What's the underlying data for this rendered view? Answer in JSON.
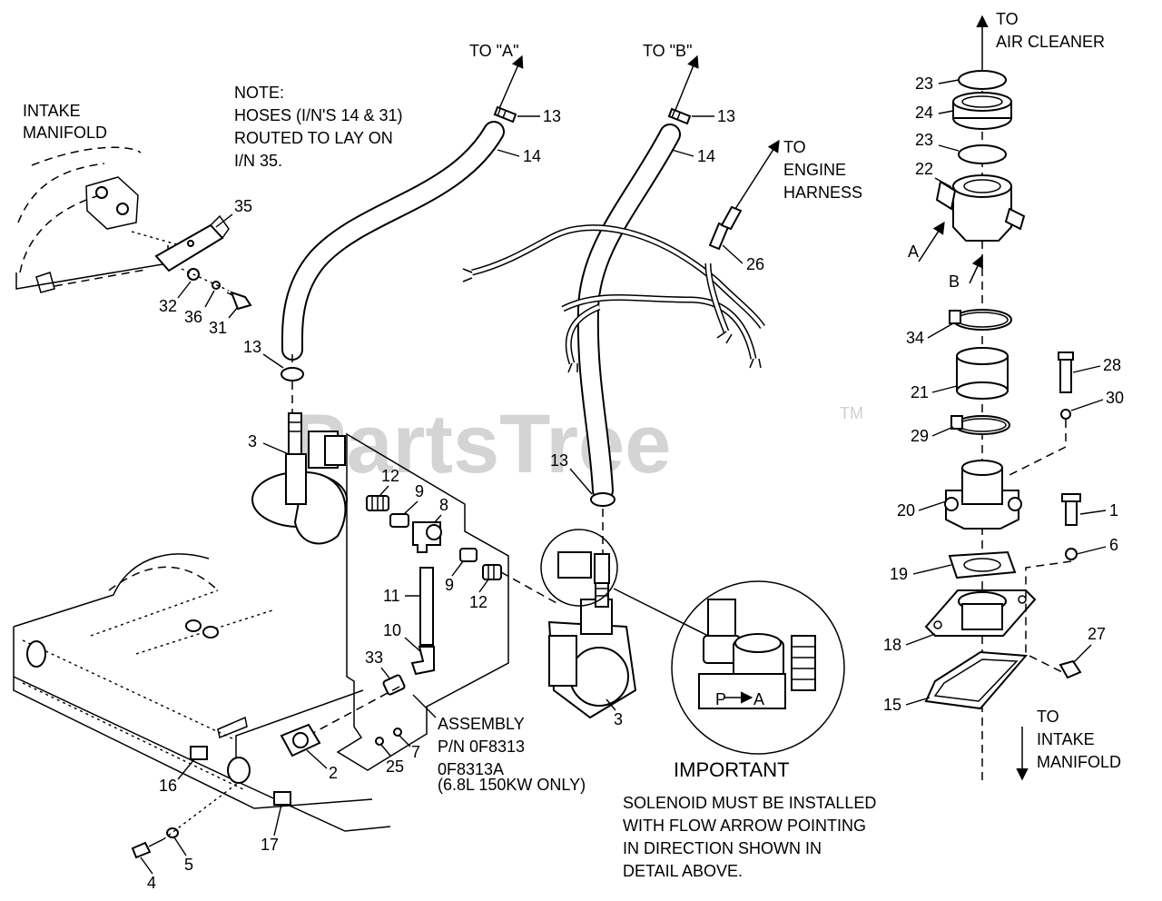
{
  "notes": {
    "intake_manifold_top": [
      "INTAKE",
      "MANIFOLD"
    ],
    "hose_note": [
      "NOTE:",
      "HOSES (I/N'S 14 & 31)",
      "ROUTED TO LAY ON",
      "I/N 35."
    ],
    "to_a": "TO \"A\"",
    "to_b": "TO \"B\"",
    "to_engine_harness": [
      "TO",
      "ENGINE",
      "HARNESS"
    ],
    "to_air_cleaner": [
      "TO",
      "AIR CLEANER"
    ],
    "to_intake_manifold": [
      "TO",
      "INTAKE",
      "MANIFOLD"
    ],
    "flow_a": "A",
    "flow_b": "B",
    "assembly": [
      "ASSEMBLY",
      "P/N 0F8313",
      "0F8313A",
      "(6.8L 150KW ONLY)"
    ],
    "important_title": "IMPORTANT",
    "important_text": [
      "SOLENOID MUST BE INSTALLED",
      "WITH FLOW ARROW POINTING",
      "IN DIRECTION SHOWN IN",
      "DETAIL ABOVE."
    ],
    "solenoid_marking": [
      "P",
      "A"
    ]
  },
  "watermark": {
    "text": "PartsTree",
    "tm": "TM"
  },
  "part_numbers": {
    "p1": "1",
    "p2": "2",
    "p3a": "3",
    "p3b": "3",
    "p4": "4",
    "p5": "5",
    "p6": "6",
    "p7": "7",
    "p8": "8",
    "p9a": "9",
    "p9b": "9",
    "p10": "10",
    "p11": "11",
    "p12a": "12",
    "p12b": "12",
    "p13a": "13",
    "p13b": "13",
    "p13c": "13",
    "p13d": "13",
    "p14a": "14",
    "p14b": "14",
    "p15": "15",
    "p16": "16",
    "p17": "17",
    "p18": "18",
    "p19": "19",
    "p20": "20",
    "p21": "21",
    "p22": "22",
    "p23a": "23",
    "p23b": "23",
    "p24": "24",
    "p25": "25",
    "p26": "26",
    "p27": "27",
    "p28": "28",
    "p29": "29",
    "p30": "30",
    "p31": "31",
    "p32": "32",
    "p33": "33",
    "p34": "34",
    "p35": "35",
    "p36": "36"
  }
}
